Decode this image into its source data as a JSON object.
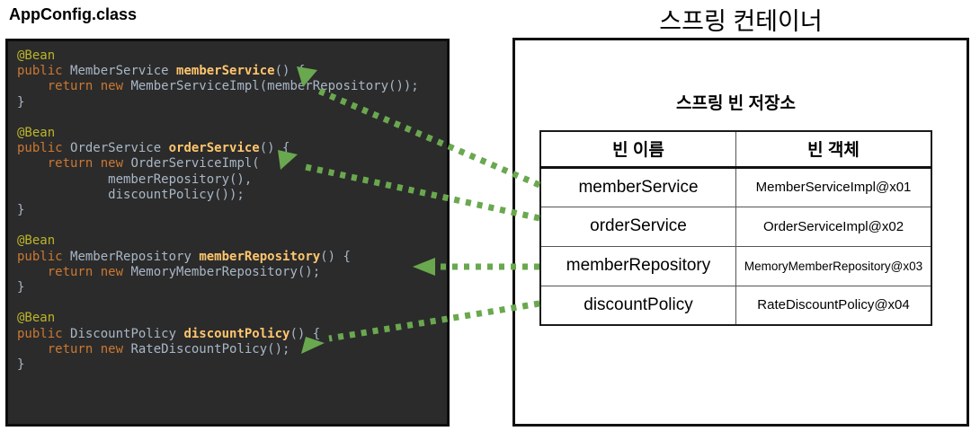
{
  "left": {
    "title": "AppConfig.class",
    "code": {
      "bg_color": "#2b2b2b",
      "colors": {
        "annotation": "#bbb529",
        "keyword": "#cc7832",
        "plain": "#a9b7c6",
        "method": "#ffc66d"
      },
      "lines": [
        [
          {
            "c": "ann",
            "t": "@Bean"
          }
        ],
        [
          {
            "c": "kw",
            "t": "public "
          },
          {
            "c": "plain",
            "t": "MemberService "
          },
          {
            "c": "method",
            "t": "memberService"
          },
          {
            "c": "plain",
            "t": "() {"
          }
        ],
        [
          {
            "c": "plain",
            "t": "    "
          },
          {
            "c": "kw",
            "t": "return new "
          },
          {
            "c": "plain",
            "t": "MemberServiceImpl(memberRepository());"
          }
        ],
        [
          {
            "c": "plain",
            "t": "}"
          }
        ],
        [],
        [
          {
            "c": "ann",
            "t": "@Bean"
          }
        ],
        [
          {
            "c": "kw",
            "t": "public "
          },
          {
            "c": "plain",
            "t": "OrderService "
          },
          {
            "c": "method",
            "t": "orderService"
          },
          {
            "c": "plain",
            "t": "() {"
          }
        ],
        [
          {
            "c": "plain",
            "t": "    "
          },
          {
            "c": "kw",
            "t": "return new "
          },
          {
            "c": "plain",
            "t": "OrderServiceImpl("
          }
        ],
        [
          {
            "c": "plain",
            "t": "            memberRepository(),"
          }
        ],
        [
          {
            "c": "plain",
            "t": "            discountPolicy());"
          }
        ],
        [
          {
            "c": "plain",
            "t": "}"
          }
        ],
        [],
        [
          {
            "c": "ann",
            "t": "@Bean"
          }
        ],
        [
          {
            "c": "kw",
            "t": "public "
          },
          {
            "c": "plain",
            "t": "MemberRepository "
          },
          {
            "c": "method",
            "t": "memberRepository"
          },
          {
            "c": "plain",
            "t": "() {"
          }
        ],
        [
          {
            "c": "plain",
            "t": "    "
          },
          {
            "c": "kw",
            "t": "return new "
          },
          {
            "c": "plain",
            "t": "MemoryMemberRepository();"
          }
        ],
        [
          {
            "c": "plain",
            "t": "}"
          }
        ],
        [],
        [
          {
            "c": "ann",
            "t": "@Bean"
          }
        ],
        [
          {
            "c": "kw",
            "t": "public "
          },
          {
            "c": "plain",
            "t": "DiscountPolicy "
          },
          {
            "c": "method",
            "t": "discountPolicy"
          },
          {
            "c": "plain",
            "t": "() {"
          }
        ],
        [
          {
            "c": "plain",
            "t": "    "
          },
          {
            "c": "kw",
            "t": "return new "
          },
          {
            "c": "plain",
            "t": "RateDiscountPolicy();"
          }
        ],
        [
          {
            "c": "plain",
            "t": "}"
          }
        ]
      ]
    }
  },
  "right": {
    "title": "스프링 컨테이너",
    "store_title": "스프링 빈 저장소",
    "table": {
      "headers": [
        "빈 이름",
        "빈 객체"
      ],
      "rows": [
        [
          "memberService",
          "MemberServiceImpl@x01"
        ],
        [
          "orderService",
          "OrderServiceImpl@x02"
        ],
        [
          "memberRepository",
          "MemoryMemberRepository@x03"
        ],
        [
          "discountPolicy",
          "RateDiscountPolicy@x04"
        ]
      ]
    }
  },
  "arrows": {
    "color": "#6aa84f",
    "items": [
      {
        "from_bean": "memberService",
        "line": [
          600,
          206,
          354,
          101
        ],
        "head": [
          [
            330,
            74
          ],
          [
            353,
            78
          ],
          [
            337,
            97
          ]
        ]
      },
      {
        "from_bean": "orderService",
        "line": [
          600,
          243,
          340,
          186
        ],
        "head": [
          [
            309,
            167
          ],
          [
            331,
            172
          ],
          [
            312,
            189
          ]
        ]
      },
      {
        "from_bean": "memberRepository",
        "line": [
          600,
          297,
          489,
          297
        ],
        "head": [
          [
            484,
            287
          ],
          [
            484,
            307
          ],
          [
            459,
            297
          ]
        ]
      },
      {
        "from_bean": "discountPolicy",
        "line": [
          600,
          338,
          366,
          377
        ],
        "head": [
          [
            340,
            375
          ],
          [
            361,
            382
          ],
          [
            335,
            394
          ]
        ]
      }
    ]
  }
}
